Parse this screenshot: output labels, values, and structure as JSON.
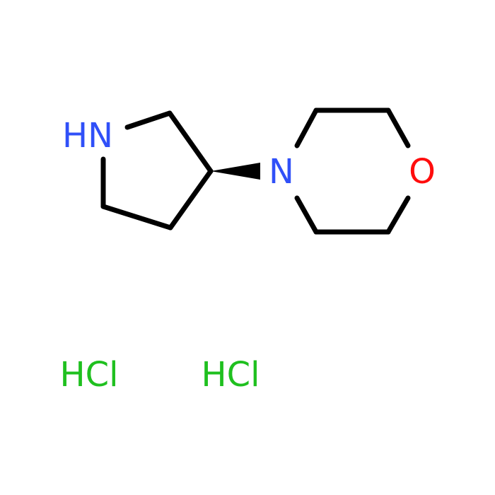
{
  "molecule": {
    "atoms": {
      "pyrrolidine_n": "HN",
      "morpholine_n": "N",
      "morpholine_o": "O"
    },
    "counterions": [
      "HCl",
      "HCl"
    ]
  },
  "colors": {
    "bond": "#000000",
    "nitrogen": "#3050f8",
    "oxygen": "#ff0d0d",
    "chlorine": "#1fc01f",
    "background": "#ffffff"
  }
}
